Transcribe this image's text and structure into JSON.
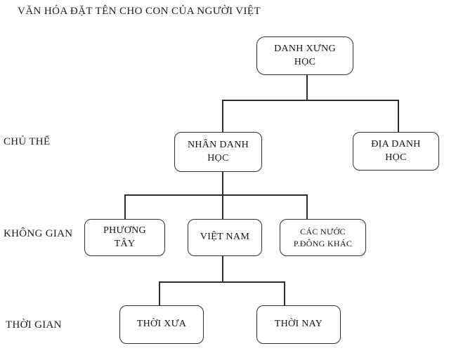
{
  "title": "VĂN HÓA ĐẶT TÊN CHO CON CỦA NGƯỜI VIỆT",
  "row_labels": {
    "subject": "CHỦ THỂ",
    "space": "KHÔNG GIAN",
    "time": "THỜI GIAN"
  },
  "nodes": {
    "root": "DANH XƯNG HỌC",
    "anthroponymy": "NHÂN DANH HỌC",
    "toponymy": "ĐỊA DANH HỌC",
    "western": "PHƯƠNG TÂY",
    "vietnam": "VIỆT NAM",
    "other_eastern": "CÁC NƯỚC P.ĐÔNG KHÁC",
    "past": "THỜI XƯA",
    "present": "THỜI NAY"
  },
  "colors": {
    "background": "#ffffff",
    "line": "#2e2e2e",
    "text": "#1a1a1a"
  }
}
